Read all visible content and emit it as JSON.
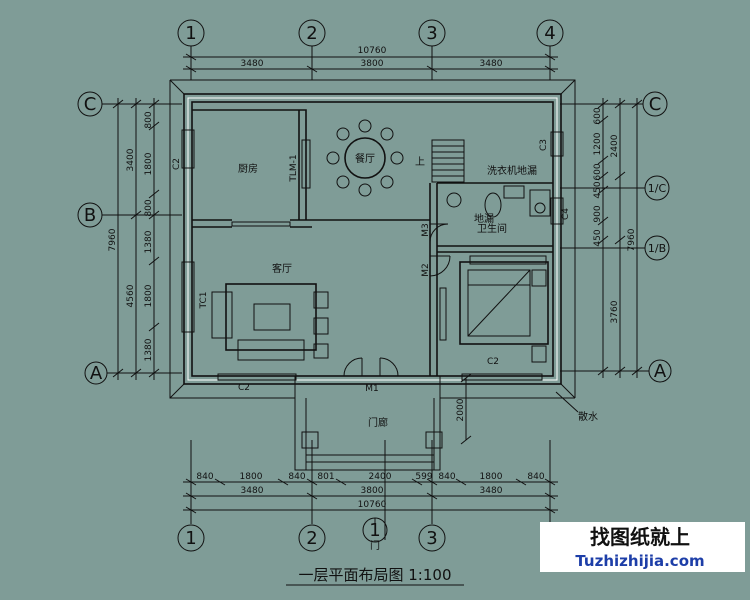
{
  "axes_top": [
    "1",
    "2",
    "3",
    "4"
  ],
  "axes_bottom": [
    "1",
    "2",
    "1",
    "3"
  ],
  "axes_side": [
    "C",
    "B",
    "A"
  ],
  "axes_side_right": [
    "C",
    "1/C",
    "1/B",
    "A"
  ],
  "bottom_marker": "门",
  "dims_top": {
    "total": "10760",
    "seg": [
      "3480",
      "3800",
      "3480"
    ]
  },
  "dims_bottom": {
    "total": "10760",
    "seg": [
      "3480",
      "3800",
      "3480"
    ],
    "detail": [
      "840",
      "1800",
      "840",
      "801",
      "2400",
      "599",
      "840",
      "1800",
      "840"
    ]
  },
  "dims_left": {
    "outer": "7960",
    "mid": [
      "3400",
      "4560"
    ],
    "inner": [
      "800",
      "1800",
      "800",
      "1380",
      "1800",
      "1380"
    ]
  },
  "dims_right": {
    "outer": "7960",
    "mid": [
      "2400",
      "3760"
    ],
    "inner": [
      "600",
      "1200",
      "600",
      "450",
      "900",
      "450"
    ],
    "porch": "2000"
  },
  "rooms": {
    "kitchen": "厨房",
    "dining": "餐厅",
    "living": "客厅",
    "bathroom": "卫生间",
    "porch": "门廊",
    "washer": "洗衣机地漏",
    "drain": "地漏",
    "up": "上",
    "apron": "散水"
  },
  "openings": {
    "c2_kitchen": "C2",
    "tlm": "TLM-1",
    "c3": "C3",
    "c4": "C4",
    "m3": "M3",
    "m2": "M2",
    "tc1": "TC1",
    "c2_bottom": "C2",
    "c2_bed": "C2",
    "m1": "M1"
  },
  "title": "一层平面布局图 1:100",
  "watermark": {
    "cn": "找图纸就上",
    "url": "Tuzhizhijia.com"
  }
}
